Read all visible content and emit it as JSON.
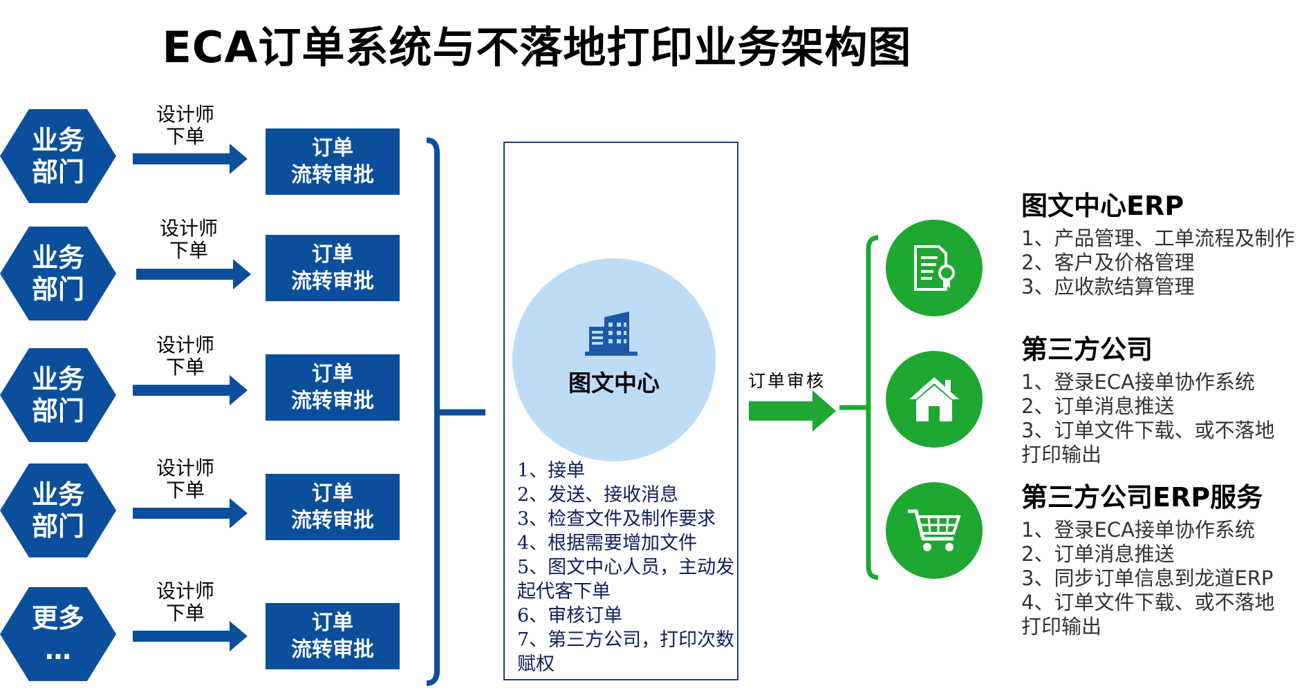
{
  "title": "ECA订单系统与不落地打印业务架构图",
  "colors": {
    "primary_blue": "#0b4f9c",
    "light_blue": "#bfdcf7",
    "green": "#1ea832",
    "panel_border": "#1d3b7a"
  },
  "departments": [
    {
      "label": "业务\n部门",
      "arrow_label": "设计师\n下单",
      "box_label": "订单\n流转审批"
    },
    {
      "label": "业务\n部门",
      "arrow_label": "设计师\n下单",
      "box_label": "订单\n流转审批"
    },
    {
      "label": "业务\n部门",
      "arrow_label": "设计师\n下单",
      "box_label": "订单\n流转审批"
    },
    {
      "label": "业务\n部门",
      "arrow_label": "设计师\n下单",
      "box_label": "订单\n流转审批"
    },
    {
      "label": "更多\n…",
      "arrow_label": "设计师\n下单",
      "box_label": "订单\n流转审批"
    }
  ],
  "center": {
    "icon": "building-icon",
    "name": "图文中心",
    "steps": [
      "1、接单",
      "2、发送、接收消息",
      "3、检查文件及制作要求",
      "4、根据需要增加文件",
      "5、图文中心人员，主动发起代客下单",
      "6、审核订单",
      "7、第三方公司，打印次数赋权"
    ]
  },
  "audit_label": "订单审核",
  "right": [
    {
      "icon": "certificate-document-icon",
      "title": "图文中心ERP",
      "items": [
        "1、产品管理、工单流程及制作",
        "2、客户及价格管理",
        "3、应收款结算管理"
      ]
    },
    {
      "icon": "house-icon",
      "title": "第三方公司",
      "items": [
        "1、登录ECA接单协作系统",
        "2、订单消息推送",
        "3、订单文件下载、或不落地打印输出"
      ]
    },
    {
      "icon": "shopping-cart-icon",
      "title": "第三方公司ERP服务",
      "items": [
        "1、登录ECA接单协作系统",
        "2、订单消息推送",
        "3、同步订单信息到龙道ERP",
        "4、订单文件下载、或不落地打印输出"
      ]
    }
  ]
}
